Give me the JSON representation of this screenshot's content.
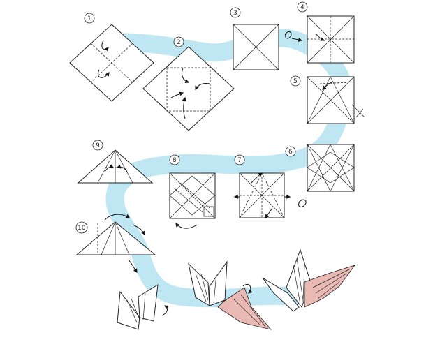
{
  "steps": [
    {
      "label": "1"
    },
    {
      "label": "2"
    },
    {
      "label": "3"
    },
    {
      "label": "4"
    },
    {
      "label": "5"
    },
    {
      "label": "6"
    },
    {
      "label": "7"
    },
    {
      "label": "8"
    },
    {
      "label": "9"
    },
    {
      "label": "10"
    }
  ],
  "colors": {
    "path": "#bfe6f3",
    "accent_paper": "#e9b9b4",
    "ink": "#222222"
  },
  "icons": [
    "fold-arrow-icon",
    "turn-over-icon",
    "cut-mark-icon"
  ]
}
